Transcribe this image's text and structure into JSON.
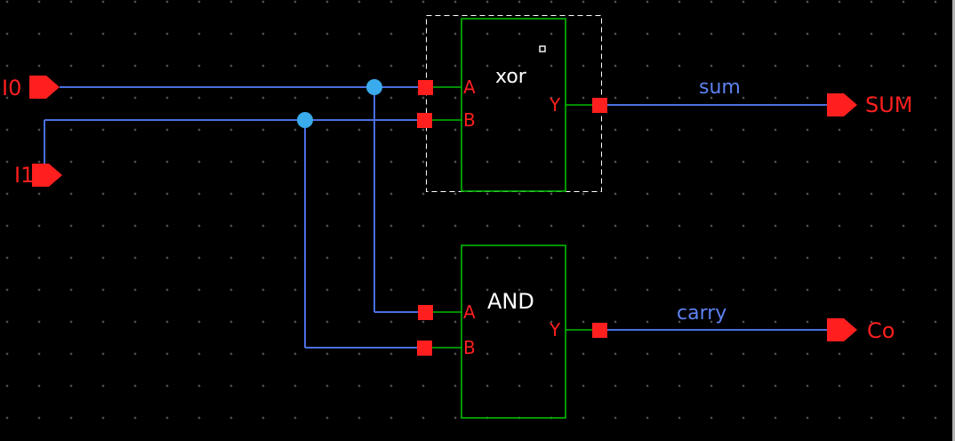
{
  "colors": {
    "background": "#000000",
    "grid": "#4f4f4f",
    "wire": "#4a6fe0",
    "symbol": "#00bb00",
    "pin": "#ff1f1f",
    "net_label": "#5e82f2",
    "junction": "#3aabec",
    "selection": "#ffffff"
  },
  "ports": {
    "i0": {
      "label": "I0"
    },
    "i1": {
      "label": "I1"
    },
    "sum": {
      "label": "SUM"
    },
    "co": {
      "label": "Co"
    }
  },
  "gates": {
    "xor": {
      "label": "xor",
      "pin_a": "A",
      "pin_b": "B",
      "pin_y": "Y",
      "selected": true
    },
    "and": {
      "label": "AND",
      "pin_a": "A",
      "pin_b": "B",
      "pin_y": "Y",
      "selected": false
    }
  },
  "nets": {
    "sum": {
      "label": "sum"
    },
    "carry": {
      "label": "carry"
    }
  }
}
